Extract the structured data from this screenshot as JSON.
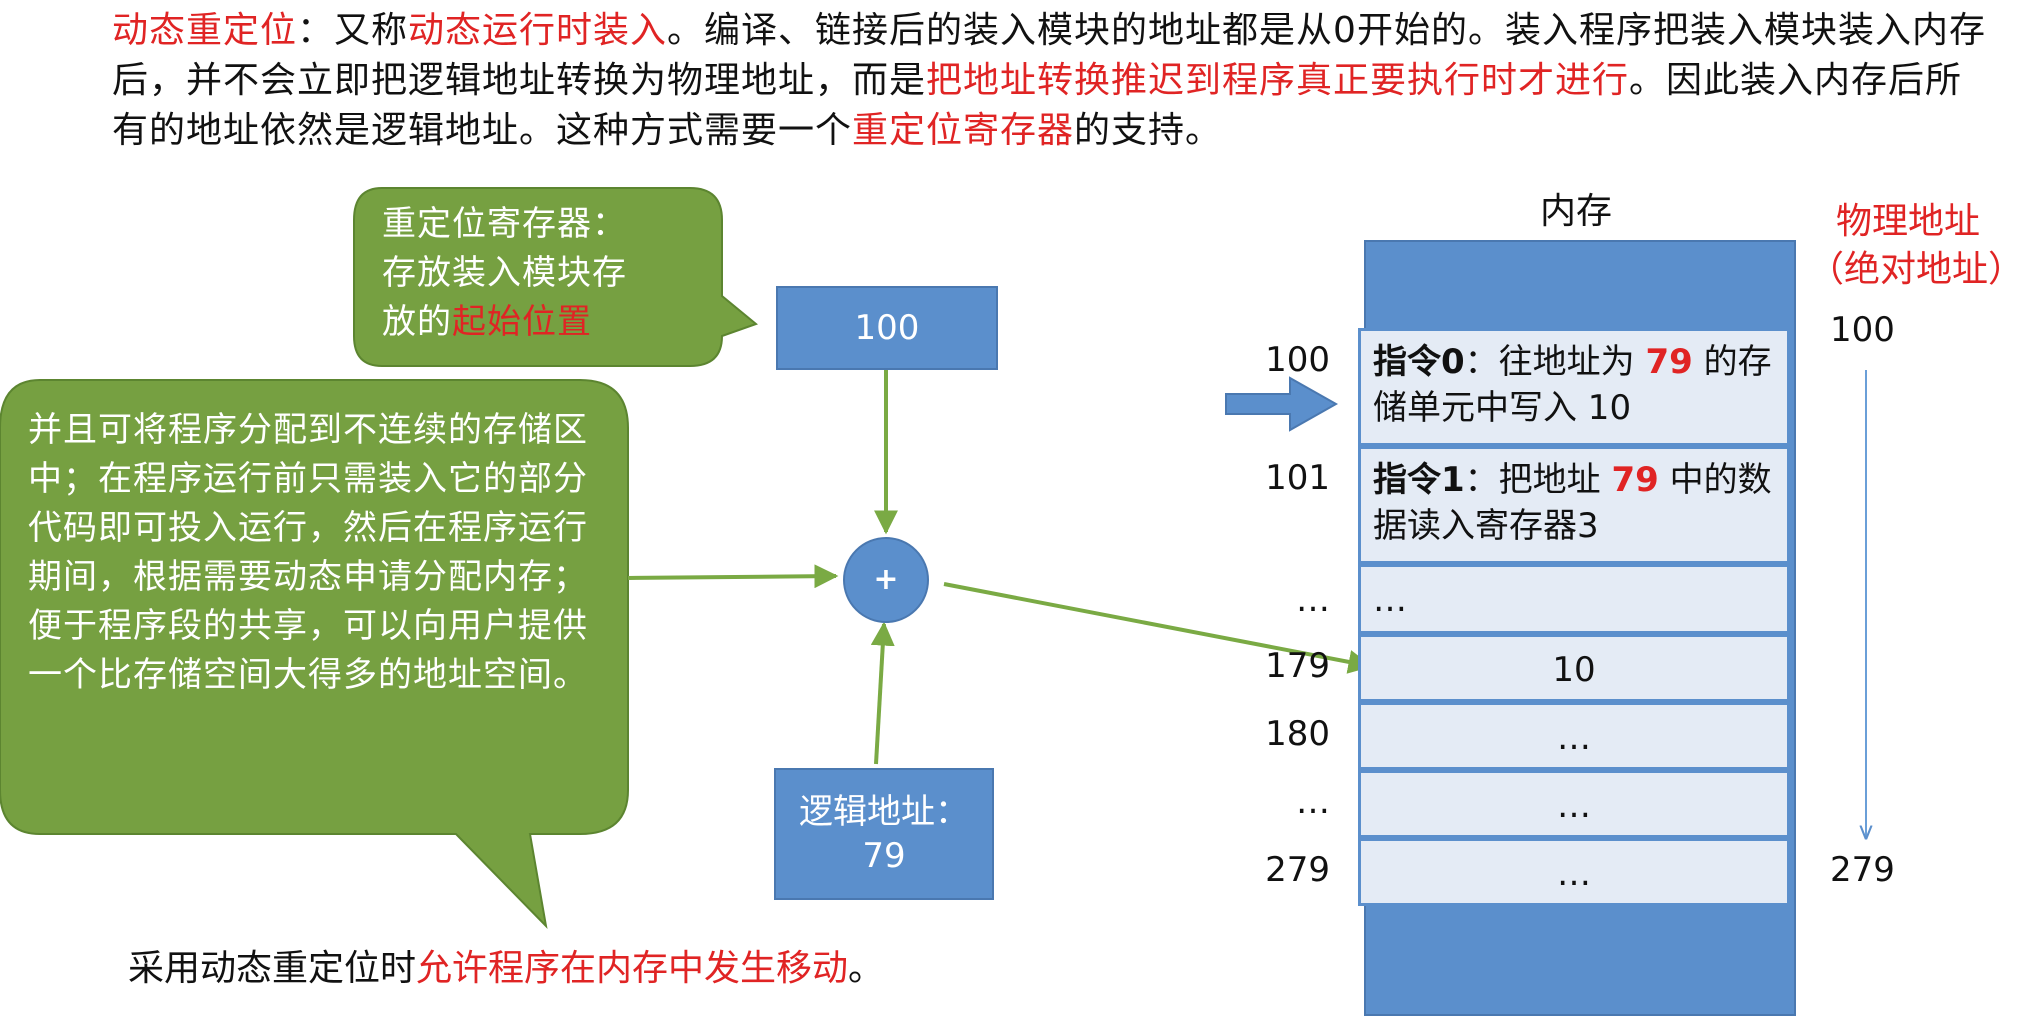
{
  "intro": {
    "p1_red": "动态重定位",
    "p2": "：又称",
    "p3_red": "动态运行时装入",
    "p4": "。编译、链接后的装入模块的地址都是从0开始的。装入程序把装入模块装入内存后，并不会立即把逻辑地址转换为物理地址，而是",
    "p5_red": "把地址转换推迟到程序真正要执行时才进行",
    "p6": "。因此装入内存后所有的地址依然是逻辑地址。这种方式需要一个",
    "p7_red": "重定位寄存器",
    "p8": "的支持。"
  },
  "callout_register": {
    "line1": "重定位寄存器：",
    "line2": "存放装入模块存",
    "line3_prefix": "放的",
    "line3_red": "起始位置"
  },
  "callout_feature": {
    "text": "并且可将程序分配到不连续的存储区中；在程序运行前只需装入它的部分代码即可投入运行，然后在程序运行期间，根据需要动态申请分配内存；便于程序段的共享，可以向用户提供一个比存储空间大得多的地址空间。"
  },
  "register_box": {
    "value": "100"
  },
  "adder": {
    "symbol": "+"
  },
  "logical_box": {
    "line1": "逻辑地址：",
    "line2": "79"
  },
  "memory": {
    "title": "内存",
    "phys_header_1": "物理地址",
    "phys_header_2": "（绝对地址）",
    "phys_start": "100",
    "phys_end": "279",
    "rows": [
      {
        "addr": "100",
        "bold": "指令0",
        "a": "：往地址为 ",
        "red": "79",
        "b": " 的存储单元中写入 10"
      },
      {
        "addr": "101",
        "bold": "指令1",
        "a": "：把地址 ",
        "red": "79",
        "b": " 中的数据读入寄存器3"
      },
      {
        "addr": "…",
        "text": "…"
      },
      {
        "addr": "179",
        "text": "10"
      },
      {
        "addr": "180",
        "text": "…"
      },
      {
        "addr": "…",
        "text": "…"
      },
      {
        "addr": "279",
        "text": "…"
      }
    ]
  },
  "footer": {
    "prefix": "采用动态重定位时",
    "red": "允许程序在内存中发生移动",
    "suffix": "。"
  }
}
